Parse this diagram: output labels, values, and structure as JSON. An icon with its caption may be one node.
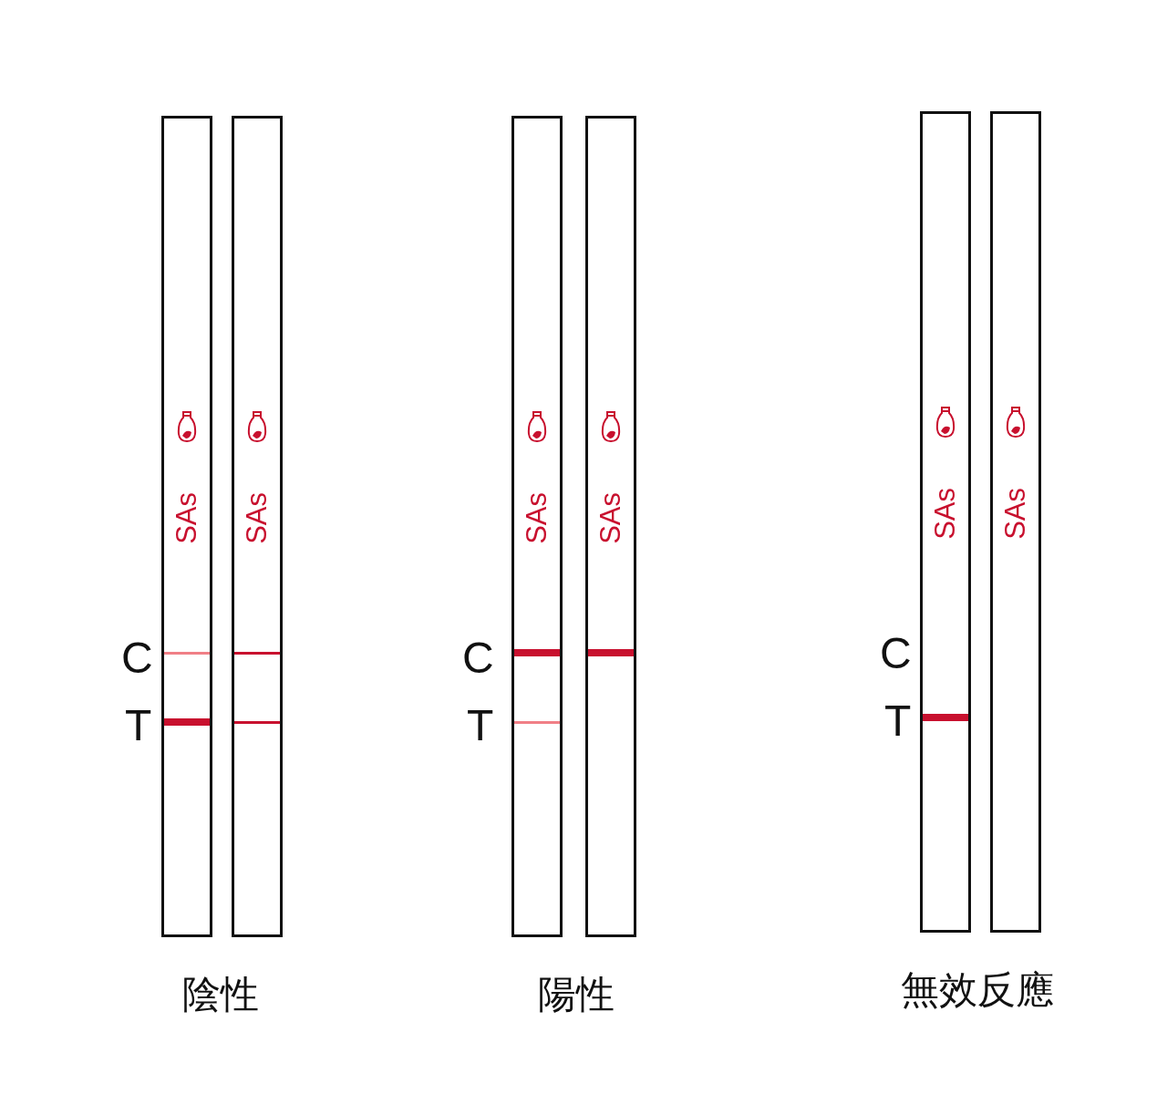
{
  "diagram": {
    "nodes": [
      {
        "text": [
          "SAs"
        ]
      },
      {
        "text": [
          "SAs"
        ]
      },
      {
        "text": [
          "SAs"
        ]
      },
      {
        "text": [
          "SAs"
        ]
      },
      {
        "text": [
          "SAs"
        ]
      },
      {
        "text": [
          "SAs"
        ]
      }
    ],
    "labels": [
      "C",
      "T",
      "陰性",
      "C",
      "T",
      "陽性",
      "C",
      "T",
      "無效反應"
    ]
  }
}
